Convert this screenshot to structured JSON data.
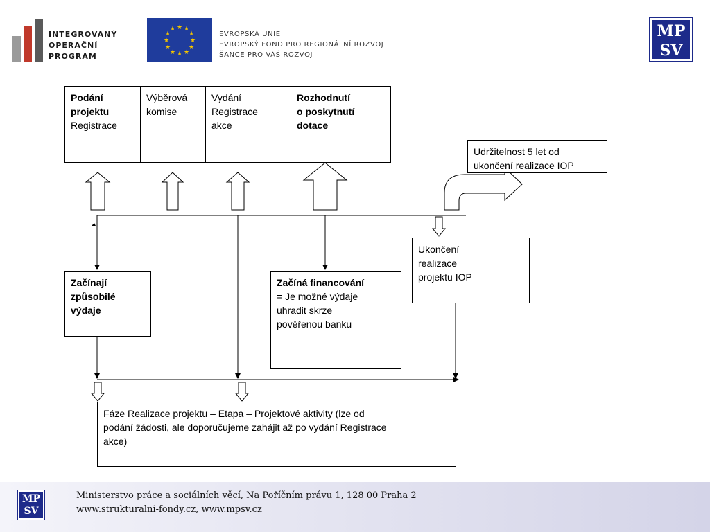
{
  "header": {
    "iop_lines": [
      "INTEGROVANÝ",
      "OPERAČNÍ",
      "PROGRAM"
    ],
    "eu_lines": [
      "EVROPSKÁ UNIE",
      "EVROPSKÝ FOND PRO REGIONÁLNÍ ROZVOJ",
      "ŠANCE PRO VÁŠ ROZVOJ"
    ],
    "mpsv_logo": [
      "MP",
      "SV"
    ]
  },
  "stages": {
    "podani": {
      "bold1": "Podání",
      "bold2": "projektu",
      "normal": "Registrace"
    },
    "vyberova": {
      "line1": "Výběrová",
      "line2": "komise"
    },
    "vydani": {
      "line1": "Vydání",
      "line2": "Registrace",
      "line3": "akce"
    },
    "rozhodnuti": {
      "line1": "Rozhodnutí",
      "line2": "o poskytnutí",
      "line3": "dotace"
    }
  },
  "boxes": {
    "udrzitelnost": {
      "line1": "Udržitelnost 5 let od",
      "line2": "ukončení realizace IOP"
    },
    "ukonceni": {
      "line1": "Ukončení",
      "line2": "realizace",
      "line3": "projektu IOP"
    },
    "zacinaji": {
      "line1": "Začínají",
      "line2": "způsobilé",
      "line3": "výdaje"
    },
    "financovani": {
      "bold": "Začíná financování",
      "line1": "= Je možné výdaje",
      "line2": "uhradit skrze",
      "line3": "pověřenou banku"
    },
    "faze": {
      "line1": "Fáze Realizace projektu – Etapa – Projektové aktivity (lze od",
      "line2": "podání žádosti, ale doporučujeme zahájit až po vydání Registrace",
      "line3": "akce)"
    }
  },
  "footer": {
    "line1": "Ministerstvo práce a sociálních věcí, Na Poříčním právu 1, 128 00  Praha 2",
    "line2": "www.strukturalni-fondy.cz, www.mpsv.cz"
  },
  "colors": {
    "mpsv_blue": "#1d2a8a",
    "iop_red": "#c0392b",
    "eu_blue": "#1f3c9c",
    "eu_gold": "#f2c300"
  }
}
